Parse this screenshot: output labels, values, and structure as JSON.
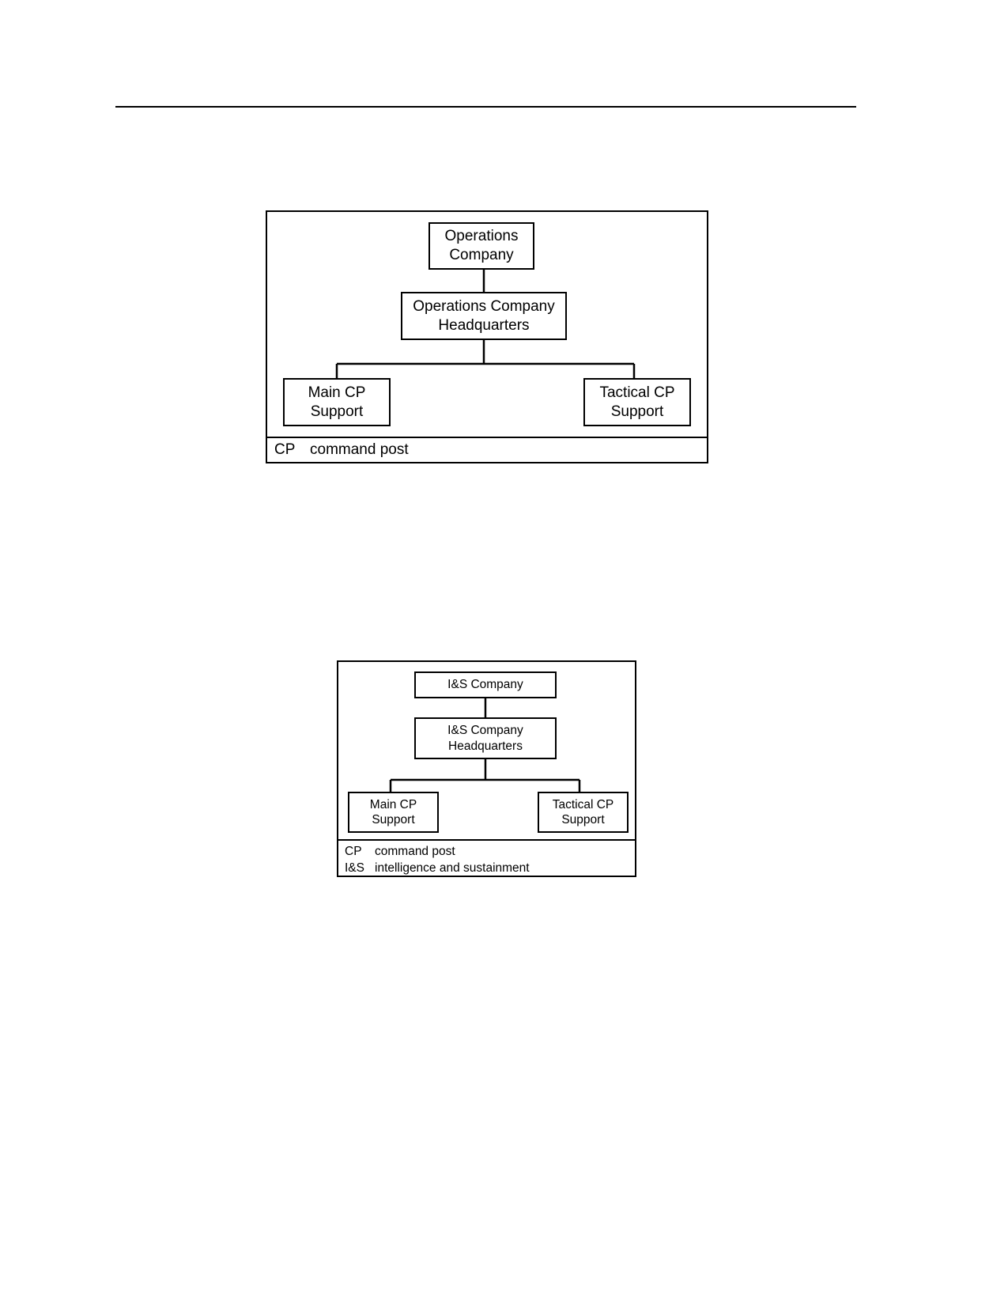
{
  "figure1": {
    "nodes": {
      "root": "Operations\nCompany",
      "hq": "Operations Company\nHeadquarters",
      "left": "Main CP\nSupport",
      "right": "Tactical CP\nSupport"
    },
    "legend": [
      {
        "abbr": "CP",
        "meaning": "command post"
      }
    ]
  },
  "figure2": {
    "nodes": {
      "root": "I&S Company",
      "hq": "I&S Company\nHeadquarters",
      "left": "Main CP\nSupport",
      "right": "Tactical CP\nSupport"
    },
    "legend": [
      {
        "abbr": "CP",
        "meaning": "command post"
      },
      {
        "abbr": "I&S",
        "meaning": "intelligence and sustainment"
      }
    ]
  }
}
